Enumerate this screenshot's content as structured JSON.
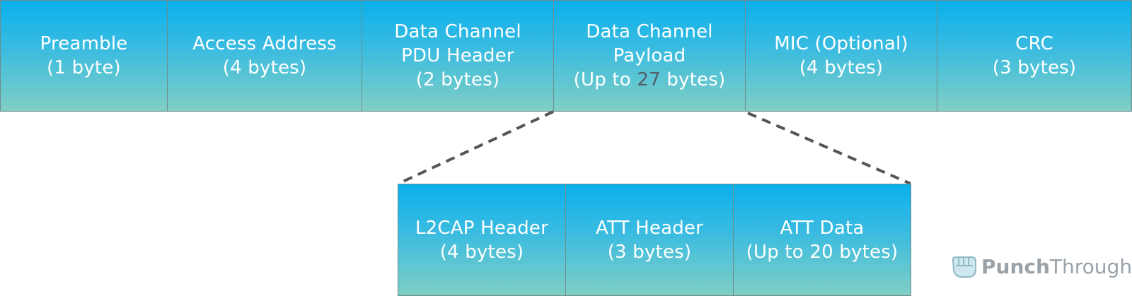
{
  "top_row": [
    {
      "lines": [
        "Preamble",
        "(1 byte)"
      ]
    },
    {
      "lines": [
        "Access Address",
        "(4 bytes)"
      ]
    },
    {
      "lines": [
        "Data Channel",
        "PDU Header",
        "(2 bytes)"
      ]
    },
    {
      "lines": [
        "Data Channel",
        "Payload"
      ],
      "last_prefix": "(Up to ",
      "last_number": "27",
      "last_suffix": " bytes)"
    },
    {
      "lines": [
        "MIC (Optional)",
        "(4 bytes)"
      ]
    },
    {
      "lines": [
        "CRC",
        "(3 bytes)"
      ]
    }
  ],
  "bottom_row": [
    {
      "lines": [
        "L2CAP Header",
        "(4 bytes)"
      ]
    },
    {
      "lines": [
        "ATT Header",
        "(3 bytes)"
      ]
    },
    {
      "lines": [
        "ATT Data",
        "(Up to 20 bytes)"
      ]
    }
  ],
  "logo": {
    "bold": "Punch",
    "regular": "Through",
    "icon": "fist-icon"
  },
  "colors": {
    "box_top": "#0ab0ec",
    "box_bottom": "#80cfc4",
    "border": "#6f8b8b",
    "connector": "#555555",
    "highlight_number": "#555e66"
  }
}
